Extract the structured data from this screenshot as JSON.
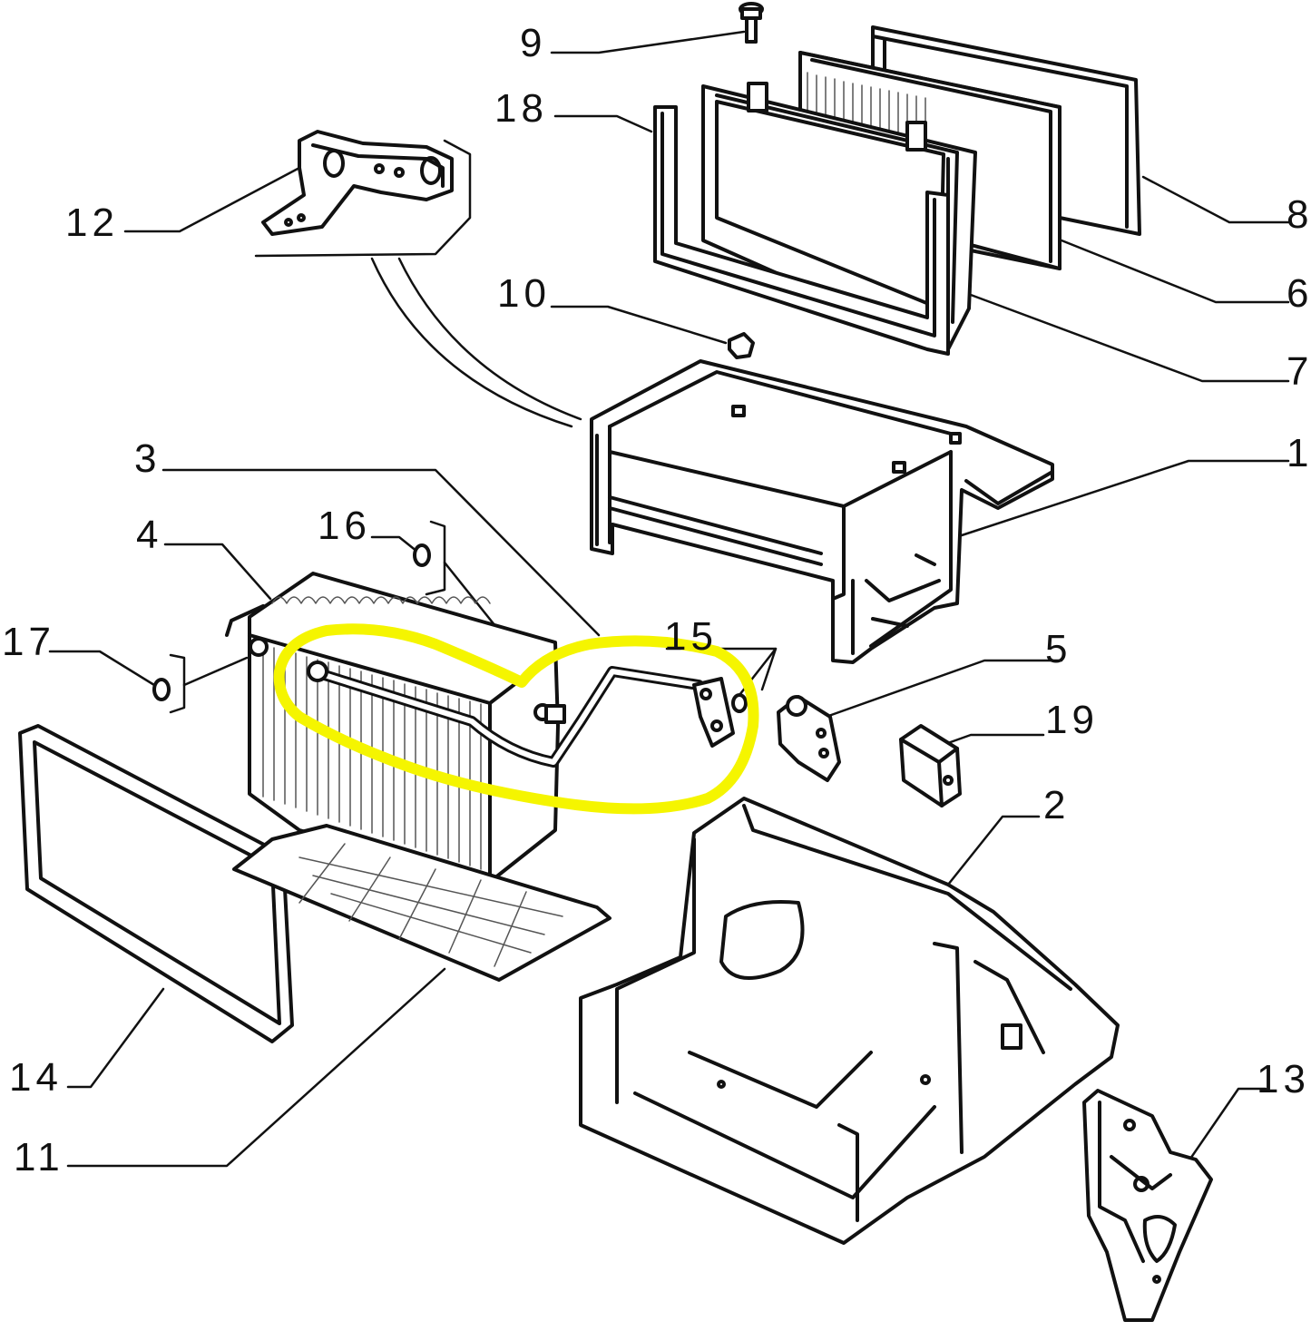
{
  "diagram": {
    "callouts": [
      {
        "id": "c1",
        "label": "1"
      },
      {
        "id": "c2",
        "label": "2"
      },
      {
        "id": "c3",
        "label": "3"
      },
      {
        "id": "c4",
        "label": "4"
      },
      {
        "id": "c5",
        "label": "5"
      },
      {
        "id": "c6",
        "label": "6"
      },
      {
        "id": "c7",
        "label": "7"
      },
      {
        "id": "c8",
        "label": "8"
      },
      {
        "id": "c9",
        "label": "9"
      },
      {
        "id": "c10",
        "label": "10"
      },
      {
        "id": "c11",
        "label": "11"
      },
      {
        "id": "c12",
        "label": "12"
      },
      {
        "id": "c13",
        "label": "13"
      },
      {
        "id": "c14",
        "label": "14"
      },
      {
        "id": "c15",
        "label": "15"
      },
      {
        "id": "c16",
        "label": "16"
      },
      {
        "id": "c17",
        "label": "17"
      },
      {
        "id": "c18",
        "label": "18"
      },
      {
        "id": "c19",
        "label": "19"
      }
    ],
    "highlight": {
      "part": "15",
      "color": "#f5f500"
    },
    "colors": {
      "line": "#111111",
      "fill": "#ffffff",
      "hatch": "#555555"
    }
  }
}
